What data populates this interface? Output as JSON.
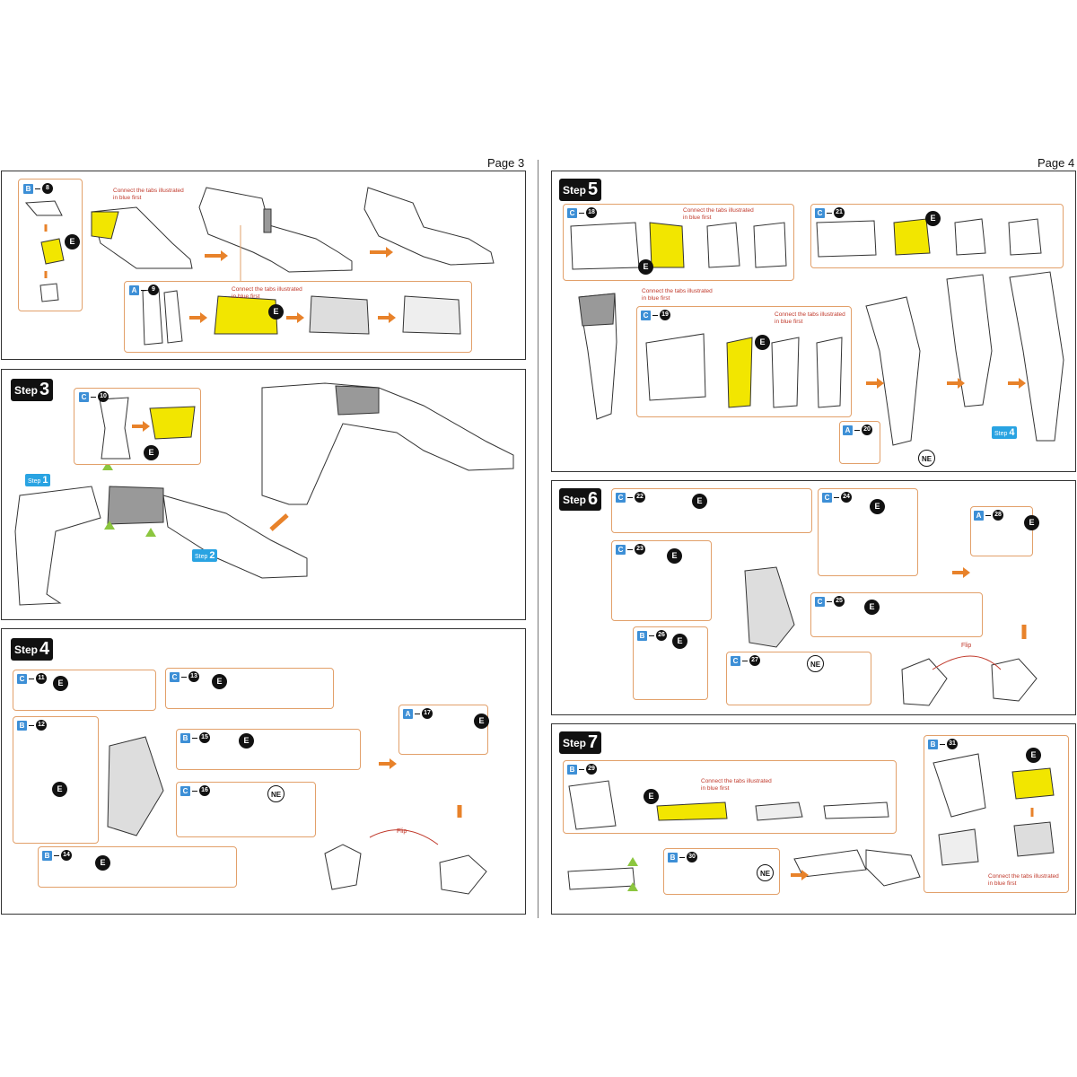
{
  "pages": {
    "left": "Page 3",
    "right": "Page 4"
  },
  "steps": {
    "s3": {
      "label": "Step",
      "num": "3"
    },
    "s4": {
      "label": "Step",
      "num": "4"
    },
    "s5": {
      "label": "Step",
      "num": "5"
    },
    "s6": {
      "label": "Step",
      "num": "6"
    },
    "s7": {
      "label": "Step",
      "num": "7"
    }
  },
  "tags": {
    "t8": {
      "sheet": "B",
      "part": "8"
    },
    "t9": {
      "sheet": "A",
      "part": "9"
    },
    "t10": {
      "sheet": "C",
      "part": "10"
    },
    "t11": {
      "sheet": "C",
      "part": "11"
    },
    "t12": {
      "sheet": "B",
      "part": "12"
    },
    "t13": {
      "sheet": "C",
      "part": "13"
    },
    "t14": {
      "sheet": "B",
      "part": "14"
    },
    "t15": {
      "sheet": "B",
      "part": "15"
    },
    "t16": {
      "sheet": "C",
      "part": "16"
    },
    "t17": {
      "sheet": "A",
      "part": "17"
    },
    "t18": {
      "sheet": "C",
      "part": "18"
    },
    "t19": {
      "sheet": "C",
      "part": "19"
    },
    "t20": {
      "sheet": "A",
      "part": "20"
    },
    "t21": {
      "sheet": "C",
      "part": "21"
    },
    "t22": {
      "sheet": "C",
      "part": "22"
    },
    "t23": {
      "sheet": "C",
      "part": "23"
    },
    "t24": {
      "sheet": "C",
      "part": "24"
    },
    "t25": {
      "sheet": "C",
      "part": "25"
    },
    "t26": {
      "sheet": "B",
      "part": "26"
    },
    "t27": {
      "sheet": "C",
      "part": "27"
    },
    "t28": {
      "sheet": "A",
      "part": "28"
    },
    "t29": {
      "sheet": "B",
      "part": "29"
    },
    "t30": {
      "sheet": "B",
      "part": "30"
    },
    "t31": {
      "sheet": "B",
      "part": "31"
    }
  },
  "badges": {
    "e": "E",
    "ne": "NE"
  },
  "notes": {
    "connect_tabs": "Connect the tabs illustrated in blue first"
  },
  "step_refs": {
    "ref1": {
      "label": "Step",
      "num": "1"
    },
    "ref2": {
      "label": "Step",
      "num": "2"
    },
    "ref4": {
      "label": "Step",
      "num": "4"
    }
  },
  "flip": "Flip",
  "colors": {
    "accent_yellow": "#f2e600",
    "tab_blue": "#2b9ae0",
    "arrow_orange": "#e8822a",
    "frame_orange": "#e2a06a",
    "note_red": "#c0392b",
    "marker_green": "#8cc63f"
  }
}
